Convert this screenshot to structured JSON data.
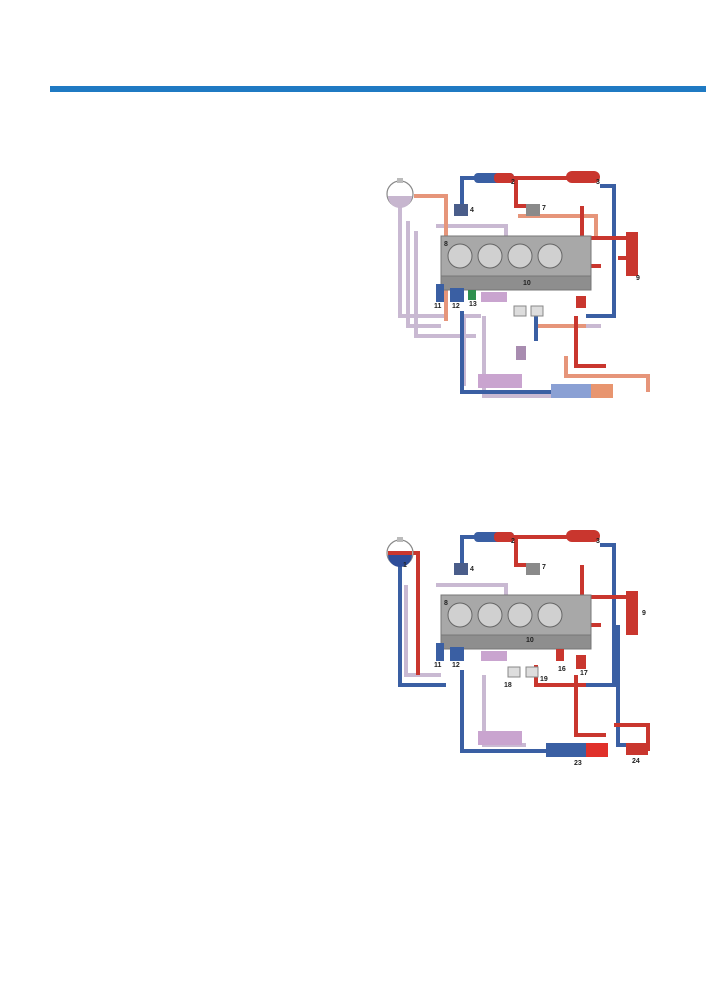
{
  "colors": {
    "header_rule": "#1f7ac3",
    "hot": "#c9362e",
    "cold": "#3a5fa3",
    "warm": "#e8956f",
    "pale": "#c7b6cf",
    "engine": "#9a9a9a",
    "module": "#c9a4cf"
  },
  "diagram1": {
    "labels": [
      "2",
      "3",
      "4",
      "7",
      "8",
      "9",
      "10",
      "11",
      "12",
      "13"
    ]
  },
  "diagram2": {
    "labels": [
      "1",
      "2",
      "3",
      "4",
      "7",
      "8",
      "9",
      "10",
      "11",
      "12",
      "16",
      "17",
      "18",
      "19",
      "23",
      "24"
    ]
  }
}
